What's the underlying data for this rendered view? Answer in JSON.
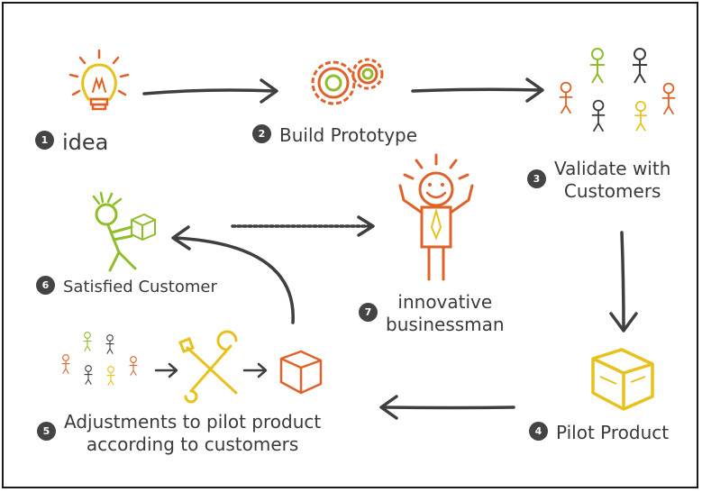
{
  "colors": {
    "frame": "#1a1a1a",
    "arrow": "#3f3f3f",
    "badge": "#444444",
    "text": "#3a3a3a",
    "orange": "#e0622a",
    "yellow": "#e7c21d",
    "green": "#8fbd2b",
    "dark": "#3d3d3d"
  },
  "steps": [
    {
      "number": "1",
      "label": "idea"
    },
    {
      "number": "2",
      "label": "Build Prototype"
    },
    {
      "number": "3",
      "label": "Validate with\nCustomers"
    },
    {
      "number": "4",
      "label": "Pilot Product"
    },
    {
      "number": "5",
      "label": "Adjustments to pilot product\naccording to customers"
    },
    {
      "number": "6",
      "label": "Satisfied Customer"
    },
    {
      "number": "7",
      "label": "innovative\nbusinessman"
    }
  ],
  "icons": [
    "light-bulb-icon",
    "gears-icon",
    "customers-group-icon",
    "cube-icon",
    "tools-icon",
    "customer-with-box-icon",
    "businessman-icon"
  ]
}
